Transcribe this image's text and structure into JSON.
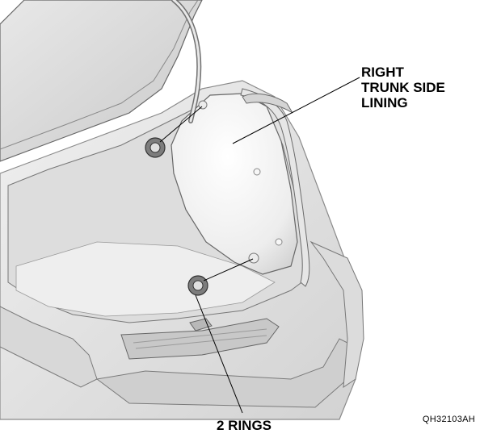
{
  "callouts": {
    "side_lining": {
      "line1": "RIGHT",
      "line2": "TRUNK SIDE",
      "line3": "LINING"
    },
    "rings": "2 RINGS"
  },
  "figure_code": "QH32103AH",
  "colors": {
    "body_light": "#f2f2f2",
    "body_mid": "#dcdcdc",
    "body_dark": "#b9b9b9",
    "outline": "#6e6e6e",
    "leader": "#000000"
  }
}
